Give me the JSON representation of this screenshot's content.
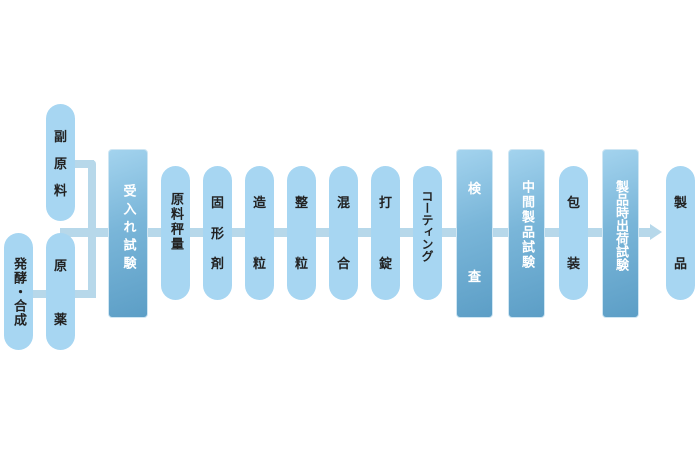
{
  "diagram": {
    "type": "process-flow",
    "colors": {
      "pill": "#a7d6f2",
      "box_light": "#a3d3ee",
      "box_dark": "#5c9ec6",
      "connector": "#b7d8ea"
    },
    "inputs": {
      "sub_material": {
        "top": "副",
        "mid": "原",
        "bot": "料"
      },
      "fermentation": "発酵・合成",
      "drug_substance": {
        "top": "原",
        "bot": "薬"
      }
    },
    "steps": [
      {
        "id": "acceptance_test",
        "label": "受入れ試験",
        "style": "box"
      },
      {
        "id": "weighing",
        "label": "原料秤量",
        "style": "pill"
      },
      {
        "id": "solid_agent",
        "label": "固形剤",
        "parts": [
          "固",
          "形",
          "剤"
        ],
        "style": "pill"
      },
      {
        "id": "granulation",
        "parts": [
          "造",
          "粒"
        ],
        "label": "造粒",
        "style": "pill"
      },
      {
        "id": "sizing",
        "parts": [
          "整",
          "粒"
        ],
        "label": "整粒",
        "style": "pill"
      },
      {
        "id": "mixing",
        "parts": [
          "混",
          "合"
        ],
        "label": "混合",
        "style": "pill"
      },
      {
        "id": "tableting",
        "parts": [
          "打",
          "錠"
        ],
        "label": "打錠",
        "style": "pill"
      },
      {
        "id": "coating",
        "label": "コーティング",
        "style": "pill"
      },
      {
        "id": "inspection",
        "parts": [
          "検",
          "査"
        ],
        "label": "検査",
        "style": "box"
      },
      {
        "id": "intermediate_test",
        "label": "中間製品試験",
        "style": "box"
      },
      {
        "id": "packaging",
        "parts": [
          "包",
          "装"
        ],
        "label": "包装",
        "style": "pill"
      },
      {
        "id": "shipping_test",
        "label": "製品時出荷試験",
        "style": "box"
      },
      {
        "id": "product",
        "parts": [
          "製",
          "品"
        ],
        "label": "製品",
        "style": "pill"
      }
    ]
  }
}
